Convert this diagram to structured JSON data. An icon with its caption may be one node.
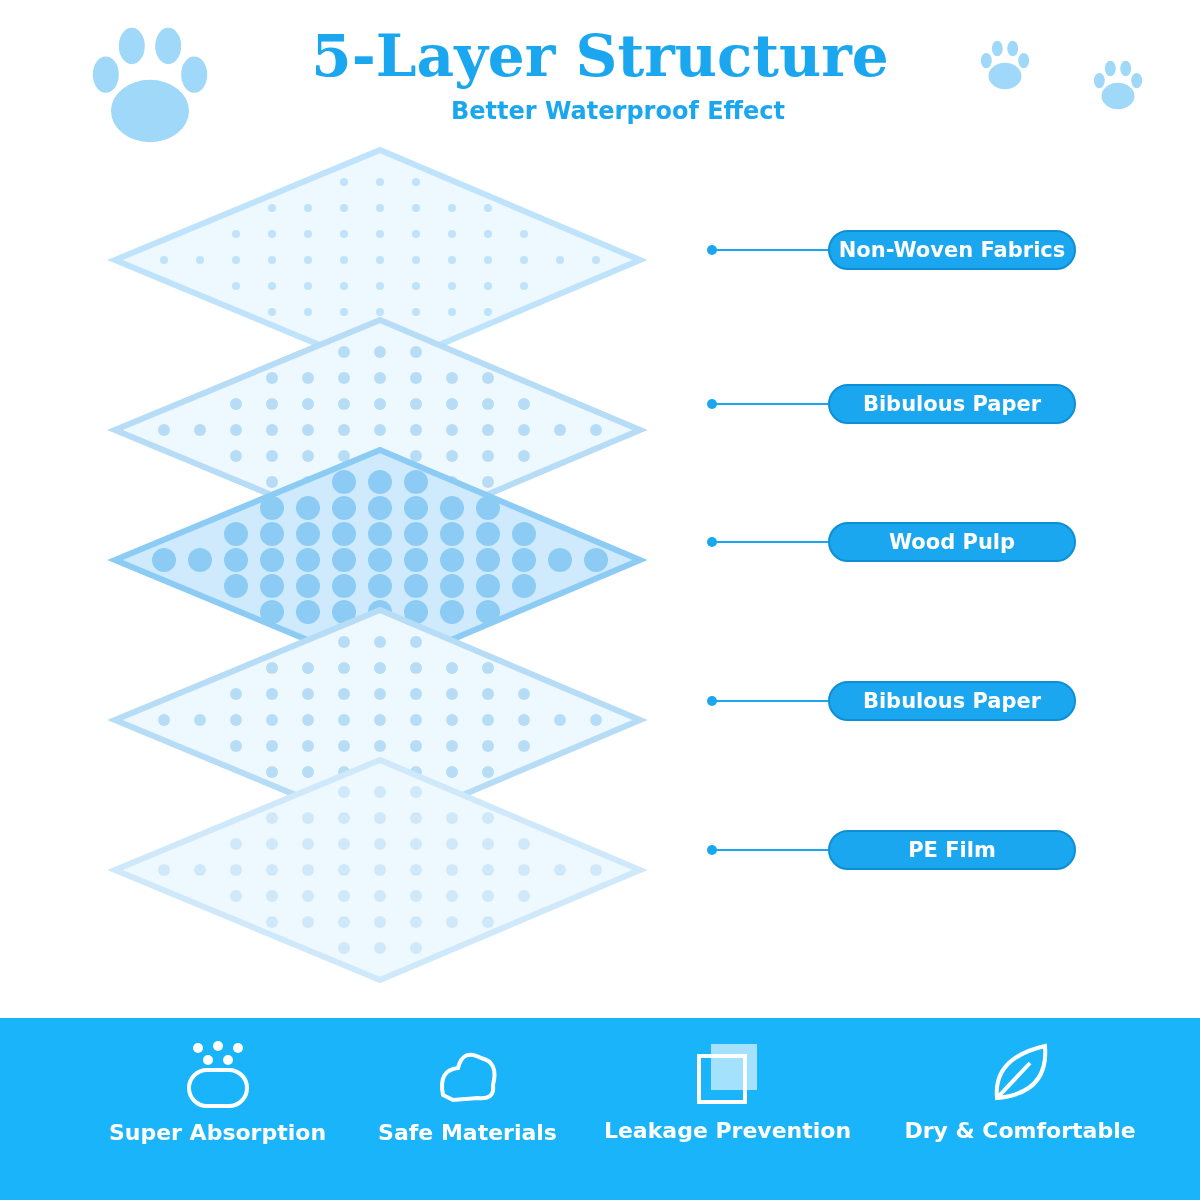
{
  "diagram": {
    "title": "5-Layer Structure",
    "nodes": [
      {
        "text": [
          "Non-Woven Fabrics"
        ]
      },
      {
        "text": [
          "Bibulous Paper"
        ]
      },
      {
        "text": [
          "Wood Pulp"
        ]
      },
      {
        "text": [
          "Bibulous Paper"
        ]
      },
      {
        "text": [
          "PE Film"
        ]
      },
      {
        "text": [],
        "shape": "bar"
      },
      {
        "text": [
          "Super Absorption"
        ],
        "in": 5
      },
      {
        "text": [
          "Safe Materials"
        ],
        "in": 5
      },
      {
        "text": [
          "Leakage Prevention"
        ],
        "in": 5
      },
      {
        "text": [
          "Dry & Comfortable"
        ],
        "in": 5
      }
    ],
    "edges": [
      {
        "from": 0,
        "to": null,
        "arrow": "other"
      },
      {
        "from": 1,
        "to": null,
        "arrow": "other"
      },
      {
        "from": 2,
        "to": null,
        "arrow": "other"
      },
      {
        "from": 3,
        "to": null,
        "arrow": "other"
      },
      {
        "from": 4,
        "to": null,
        "arrow": "other"
      }
    ],
    "labels": [
      "Better Waterproof Effect"
    ]
  }
}
